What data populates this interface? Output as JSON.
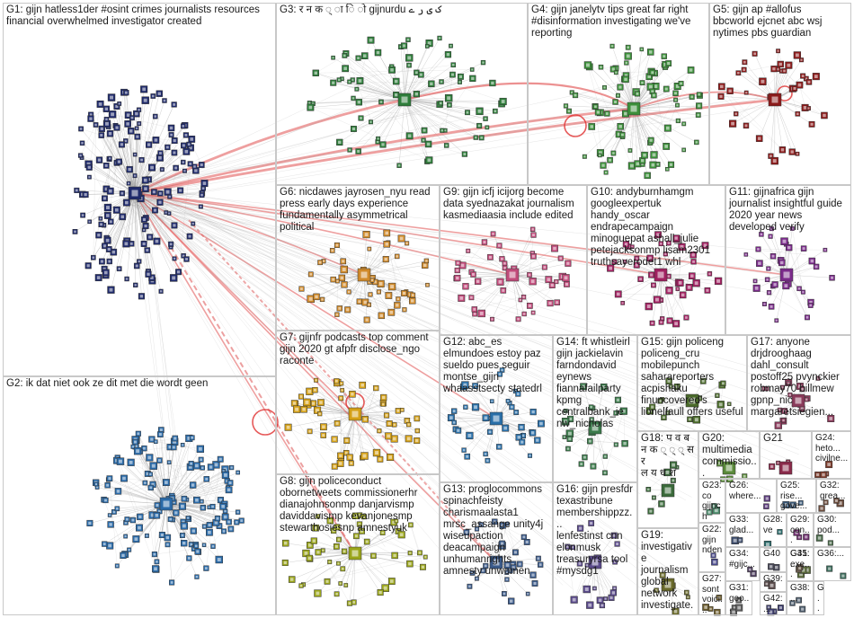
{
  "groups": [
    {
      "id": "G1",
      "label": "G1: gijn hatless1der #osint crimes journalists resources\nfinancial overwhelmed investigator created",
      "color": "#1f2a6b"
    },
    {
      "id": "G2",
      "label": "G2: ik dat niet ook ze dit met die wordt geen",
      "color": "#2a6aa8"
    },
    {
      "id": "G3",
      "label": "G3: र न क ् ा ि ो gijnurdu ک ی ر ے",
      "color": "#2e7d3a"
    },
    {
      "id": "G4",
      "label": "G4: gijn janelytv tips great far right\n#disinformation investigating we've\nreporting",
      "color": "#3c8f3a"
    },
    {
      "id": "G5",
      "label": "G5: gijn ap #allofus\nbbcworld ejcnet abc wsj\nnytimes pbs guardian",
      "color": "#8b1a1a"
    },
    {
      "id": "G6",
      "label": "G6: nicdawes jayrosen_nyu read\npress early days experience\nfundamentally asymmetrical\npolitical",
      "color": "#d08a2a"
    },
    {
      "id": "G7",
      "label": "G7: gijnfr podcasts top comment\ngijn 2020 gt afpfr disclose_ngo\nraconte",
      "color": "#d4a017"
    },
    {
      "id": "G8",
      "label": "G8: gijn policeconduct\nobornetweets commissionerhr\ndianajohnsonmp danjarvismp\ndaviddavismp kevanjonesmp\nstewarthosiesnp amnestyuk",
      "color": "#9aa51a"
    },
    {
      "id": "G9",
      "label": "G9: gijn icfj icijorg become\ndata syednazakat journalism\nkasmediaasia include edited",
      "color": "#c04a7a"
    },
    {
      "id": "G10",
      "label": "G10: andyburnhamgm\ngoogleexpertuk handy_oscar\nendrapecampaign\nminoguepat ashall_julie\npetejacksonmp lisam2301\ntruthsayerodet1 whl",
      "color": "#a02060"
    },
    {
      "id": "G11",
      "label": "G11: gijnafrica gijn\njournalist insightful guide\n2020 year news\ndeveloped verify",
      "color": "#7a2a8a"
    },
    {
      "id": "G12",
      "label": "G12: abc_es\nelmundoes estoy paz\nsueldo pues seguir\nmontse_gijn\nwhaasstsecty statedrl",
      "color": "#2a6fa8"
    },
    {
      "id": "G13",
      "label": "G13: proglocommons\nspinachfeisty\ncharismaalasta1\nmrsc_assange unity4j\nwiseupaction\ndeacampaign\nunhumanrights\namnesty unwomen",
      "color": "#3a5a8a"
    },
    {
      "id": "G14",
      "label": "G14: ft whistleirl\ngijn jackielavin\nfarndondavid\neynews\nfiannafailparty\nkpmg\ncentralbank_ie\nnw_nicholas",
      "color": "#3a7a4a"
    },
    {
      "id": "G15",
      "label": "G15: gijn policeng\npoliceng_cru\nmobilepunch\nsaharareporters\nacpishaku\nfinuncovered's\nlionelfaull offers useful",
      "color": "#4a6a2a"
    },
    {
      "id": "G16",
      "label": "G16: gijn presfdr\ntexastribune\nmembershippzz...\nlenfestinst cnn\nelonmusk\ntreasuryrsa tool\n#mysdg1",
      "color": "#5a4a8a"
    },
    {
      "id": "G17",
      "label": "G17: anyone\ndrjdrooghaag\ndahl_consult\npostoff25 pvynckier\nrobmay70 billmew\ngpnp_nic\nmargaretsiegien...",
      "color": "#8a3a5a"
    },
    {
      "id": "G18",
      "label": "G18: प व ब\nन क ् ् ् स र\nल य ध श",
      "color": "#3a6a3a"
    },
    {
      "id": "G19",
      "label": "G19:\ninvestigative\njournalism\nglobal\nnetwork\ninvestigate...",
      "color": "#6a6a2a"
    },
    {
      "id": "G20",
      "label": "G20: multimedia\ncommissio...",
      "color": "#5a8a3a"
    },
    {
      "id": "G21",
      "label": "G21",
      "color": "#8a2a4a"
    },
    {
      "id": "G22",
      "label": "G22:\ngijn\nnden",
      "color": "#4a4a8a"
    },
    {
      "id": "G23",
      "label": "G23:\nco\ngijnch",
      "color": "#4a8a6a"
    },
    {
      "id": "G24",
      "label": "G24:\nheto...\ncivilne...",
      "color": "#7a3a2a"
    },
    {
      "id": "G25",
      "label": "G25:\nrise...\ngove...",
      "color": "#3a5a7a"
    },
    {
      "id": "G26",
      "label": "G26:\nwhere...",
      "color": "#5a3a7a"
    },
    {
      "id": "G27",
      "label": "G27:\nsont\nvoici...",
      "color": "#6a5a2a"
    },
    {
      "id": "G28",
      "label": "G28:\nve",
      "color": "#2a6a6a"
    },
    {
      "id": "G29",
      "label": "G29:\ncon...",
      "color": "#6a2a6a"
    },
    {
      "id": "G30",
      "label": "G30:\npod...",
      "color": "#4a6a4a"
    },
    {
      "id": "G31",
      "label": "G31:\ngoo...",
      "color": "#5a5a5a"
    },
    {
      "id": "G32",
      "label": "G32:\ngrea...",
      "color": "#6a4a3a"
    },
    {
      "id": "G33",
      "label": "G33:\nglad...",
      "color": "#3a4a6a"
    },
    {
      "id": "G34",
      "label": "G34:\n#gijc...",
      "color": "#4a3a5a"
    },
    {
      "id": "G35",
      "label": "G35:...",
      "color": "#5a6a3a"
    },
    {
      "id": "G36",
      "label": "G36:...",
      "color": "#3a6a5a"
    },
    {
      "id": "G37",
      "label": "G...",
      "color": "#6a3a4a"
    },
    {
      "id": "G38",
      "label": "G38:...",
      "color": "#4a5a6a"
    },
    {
      "id": "G39",
      "label": "G39:...",
      "color": "#5a4a4a"
    },
    {
      "id": "G40",
      "label": "G40",
      "color": "#4a4a5a"
    },
    {
      "id": "G41",
      "label": "G41:\nexe...",
      "color": "#6a5a4a"
    },
    {
      "id": "G42",
      "label": "G42:...",
      "color": "#3a3a6a"
    }
  ]
}
